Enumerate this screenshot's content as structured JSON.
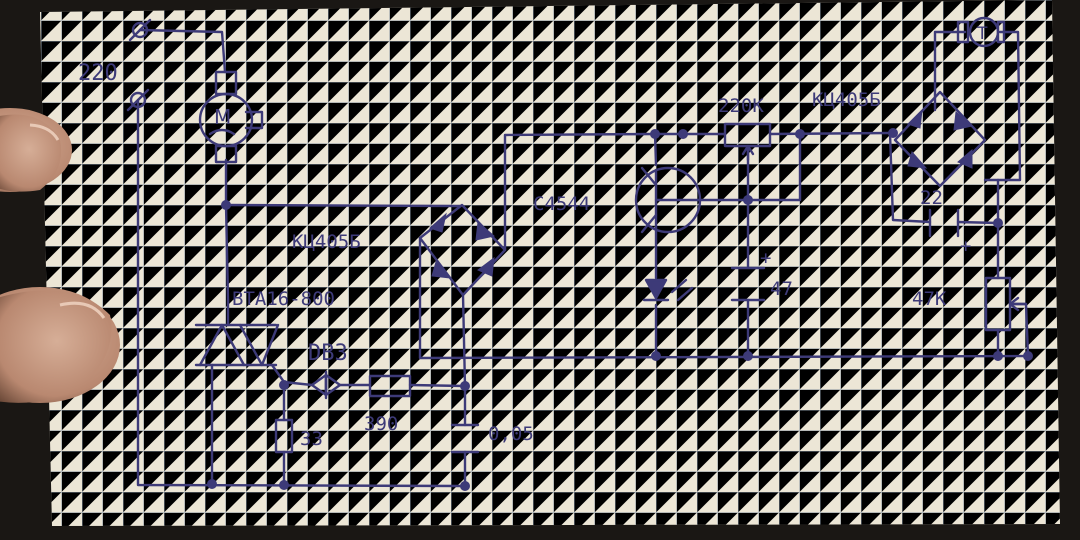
{
  "labels": {
    "mains_voltage": "220",
    "motor_letter": "M",
    "tacho_letter": "T",
    "triac": "BTA16-800",
    "diac": "DB3",
    "resistor_390": "390",
    "resistor_33": "33",
    "capacitor_005": "0,05",
    "bridge_left": "КЦ405Б",
    "bridge_right": "КЦ405Б",
    "transistor": "C4544",
    "pot_220k": "220K",
    "capacitor_47": "47",
    "capacitor_22": "22",
    "pot_47k": "47K",
    "polarity_plus": "+"
  },
  "colors": {
    "ink": "#3d3a78",
    "paper": "#ece6d6",
    "grid": "#a7b7c6",
    "background": "#1a1714",
    "skin": "#c9a088"
  }
}
